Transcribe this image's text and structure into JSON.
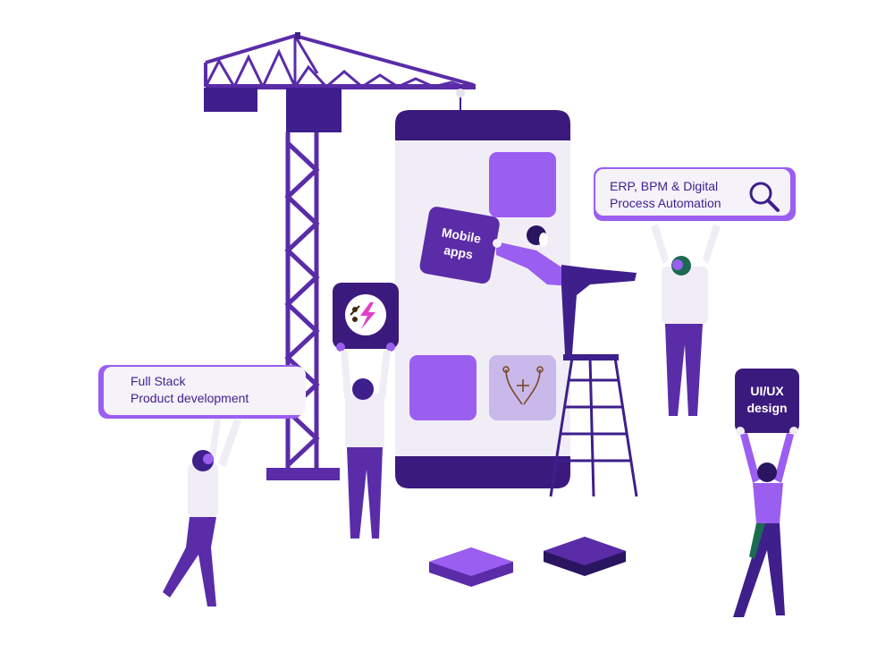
{
  "labels": {
    "mobile_apps_line1": "Mobile",
    "mobile_apps_line2": "apps",
    "erp_line1": "ERP, BPM & Digital",
    "erp_line2": "Process Automation",
    "fullstack_line1": "Full Stack",
    "fullstack_line2": "Product development",
    "uiux_line1": "UI/UX",
    "uiux_line2": "design"
  },
  "colors": {
    "primary_dark": "#3e1f8c",
    "primary": "#5a2ca8",
    "accent": "#9a5ef0",
    "light_panel": "#f1edf6",
    "phone_bar": "#3b1a7d",
    "tile_light": "#c9b8ea"
  },
  "icons": [
    "search-icon",
    "lightning-app-icon",
    "hands-plus-icon"
  ]
}
